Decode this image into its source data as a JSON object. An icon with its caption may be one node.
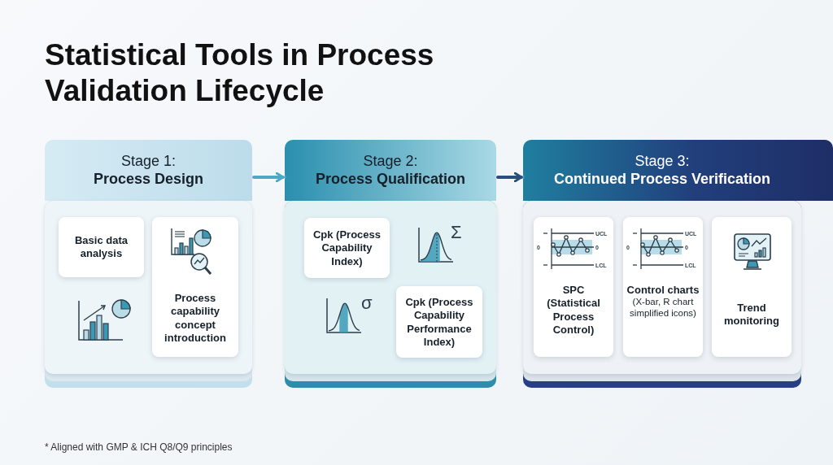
{
  "diagram": {
    "title": "Statistical Tools in Process Validation Lifecycle",
    "nodes": [
      {
        "text": [
          "Stage 1:",
          "Process Design"
        ]
      },
      {
        "text": [
          "Stage 2:",
          "Process Qualification"
        ]
      },
      {
        "text": [
          "Stage 3:",
          "Continued Process Verification"
        ]
      },
      {
        "text": [
          "Basic data analysis"
        ],
        "in": 0
      },
      {
        "text": [
          "Process capability concept introduction"
        ],
        "in": 0
      },
      {
        "text": [
          "Cpk (Process Capability Index)"
        ],
        "in": 1
      },
      {
        "text": [
          "Cpk (Process Capability Performance Index)"
        ],
        "in": 1
      },
      {
        "text": [
          "SPC (Statistical Process Control)"
        ],
        "in": 2
      },
      {
        "text": [
          "Control charts",
          "(X-bar, R chart simplified icons)"
        ],
        "in": 2
      },
      {
        "text": [
          "Trend monitoring"
        ],
        "in": 2
      }
    ],
    "edges": [
      {
        "from": 0,
        "to": 1,
        "arrow": "to",
        "color": "#4ea8c6"
      },
      {
        "from": 1,
        "to": 2,
        "arrow": "to",
        "color": "#2b4f7c"
      }
    ],
    "labels": [
      "Σ",
      "σ",
      "UCL",
      "0",
      "0",
      "LCL",
      "UCL",
      "0",
      "0",
      "LCL",
      "* Aligned with GMP & ICH Q8/Q9 principles"
    ]
  }
}
